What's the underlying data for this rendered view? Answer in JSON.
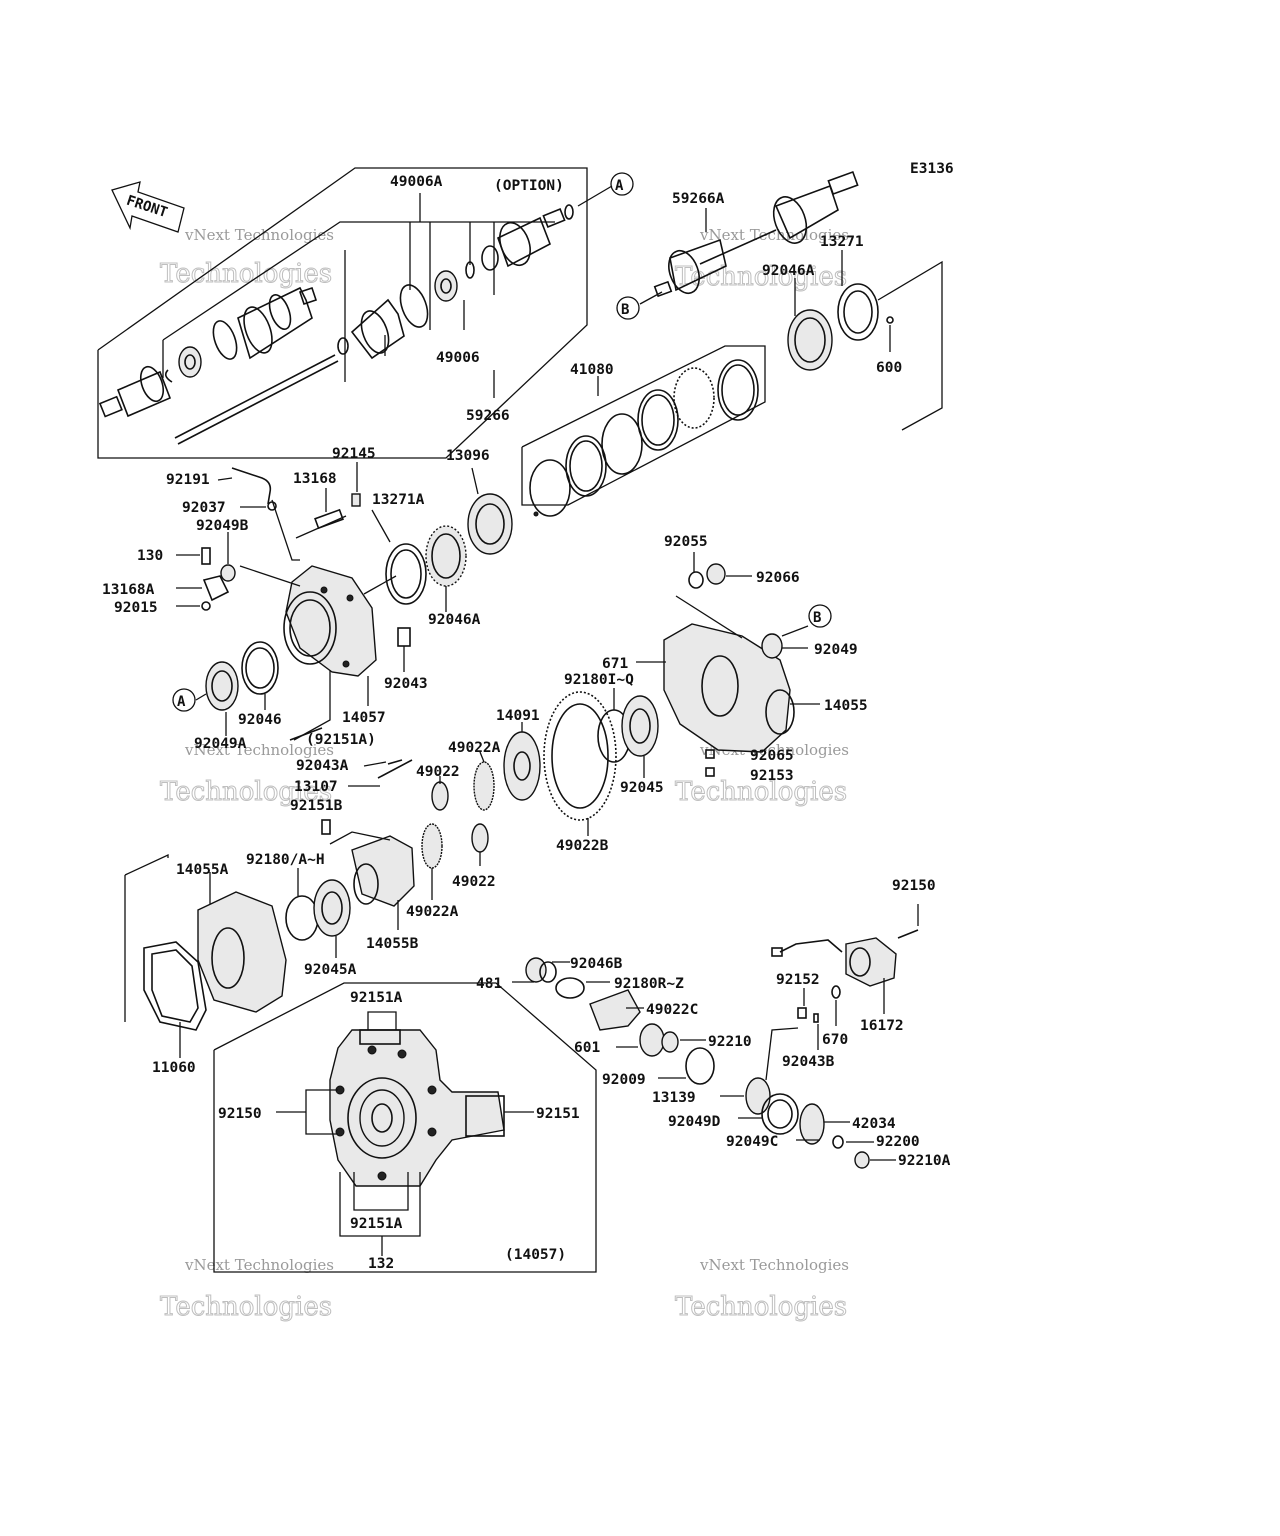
{
  "diagram_code": "E3136",
  "front_label": "FRONT",
  "option_label": "(OPTION)",
  "assembly_label": "(14057)",
  "watermark": {
    "line1": "vNext Technologies",
    "line2": "Technologies"
  },
  "callouts": [
    "A",
    "B",
    "A",
    "B"
  ],
  "parts": [
    "49006A",
    "59266A",
    "13271",
    "92046A",
    "600",
    "49006",
    "59266",
    "41080",
    "92145",
    "13168",
    "92191",
    "92037",
    "13271A",
    "13096",
    "92049B",
    "130",
    "13168A",
    "92015",
    "92046A",
    "92043",
    "92055",
    "92066",
    "92049",
    "671",
    "92180I~Q",
    "14055",
    "92046",
    "14057",
    "92049A",
    "(92151A)",
    "14091",
    "49022A",
    "92043A",
    "49022",
    "92065",
    "13107",
    "92045",
    "92153",
    "92151B",
    "49022B",
    "92180/A~H",
    "49022",
    "14055A",
    "49022A",
    "14055B",
    "92045A",
    "92150",
    "92046B",
    "481",
    "92180R~Z",
    "92151A",
    "92152",
    "49022C",
    "670",
    "16172",
    "92210",
    "601",
    "92043B",
    "92009",
    "13139",
    "92150",
    "92151",
    "92049D",
    "42034",
    "92049C",
    "92200",
    "92210A",
    "11060",
    "92151A",
    "132"
  ]
}
